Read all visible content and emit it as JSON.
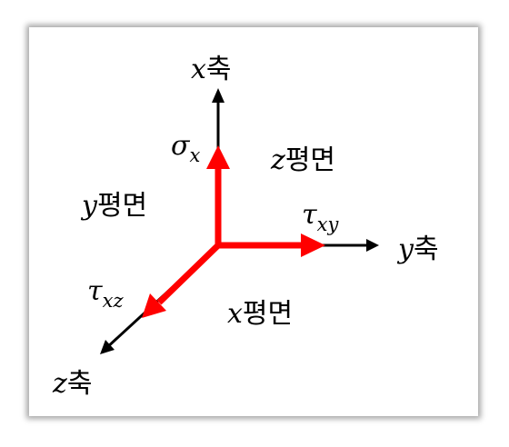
{
  "colors": {
    "axis": "#000000",
    "stress": "#ff0000",
    "background": "#ffffff"
  },
  "axes": {
    "x": {
      "var": "x",
      "word": "축"
    },
    "y": {
      "var": "y",
      "word": "축"
    },
    "z": {
      "var": "z",
      "word": "축"
    }
  },
  "planes": {
    "x": {
      "var": "x",
      "word": "평면"
    },
    "y": {
      "var": "y",
      "word": "평면"
    },
    "z": {
      "var": "z",
      "word": "평면"
    }
  },
  "stresses": {
    "sigma_x": {
      "symbol": "σ",
      "sub": "x"
    },
    "tau_xy": {
      "symbol": "τ",
      "sub": "xy"
    },
    "tau_xz": {
      "symbol": "τ",
      "sub": "xz"
    }
  }
}
